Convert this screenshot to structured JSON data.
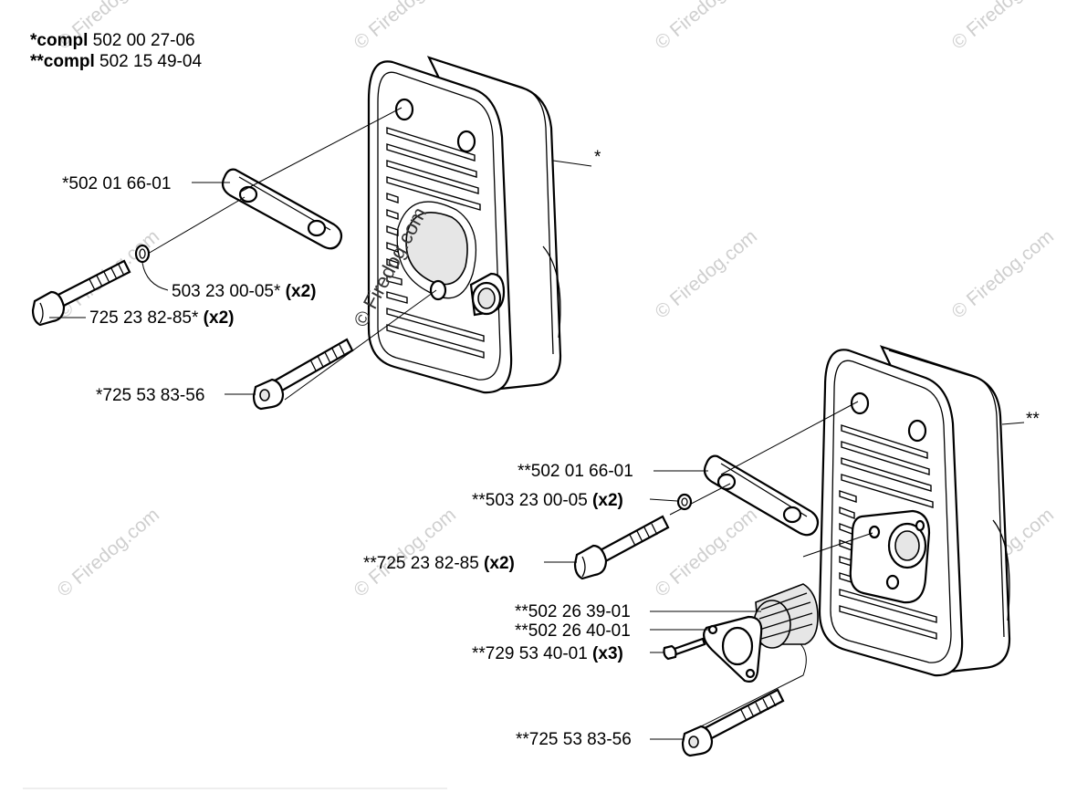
{
  "header": {
    "compl1_prefix": "*compl",
    "compl1_number": " 502 00 27-06",
    "compl2_prefix": "**compl",
    "compl2_number": " 502 15 49-04"
  },
  "callouts": {
    "left_muffler_mark": "*",
    "right_muffler_mark": "**"
  },
  "labels": {
    "plate_left": "*502 01 66-01",
    "washer_left_num": "503 23 00-05*",
    "washer_left_qty": " (x2)",
    "bolt_left_num": "725 23 82-85*",
    "bolt_left_qty": " (x2)",
    "screw_left": "*725 53 83-56",
    "plate_right": "**502 01 66-01",
    "washer_right_num": "**503 23 00-05",
    "washer_right_qty": " (x2)",
    "bolt_right_num": "**725 23 82-85",
    "bolt_right_qty": " (x2)",
    "screen_right": "**502 26 39-01",
    "flange_right": "**502 26 40-01",
    "smallscrew_right_num": "**729 53 40-01",
    "smallscrew_right_qty": " (x3)",
    "screw_right": "**725 53 83-56"
  },
  "watermark": {
    "text": "© Firedog.com",
    "center_text": "© Firedog.com"
  }
}
